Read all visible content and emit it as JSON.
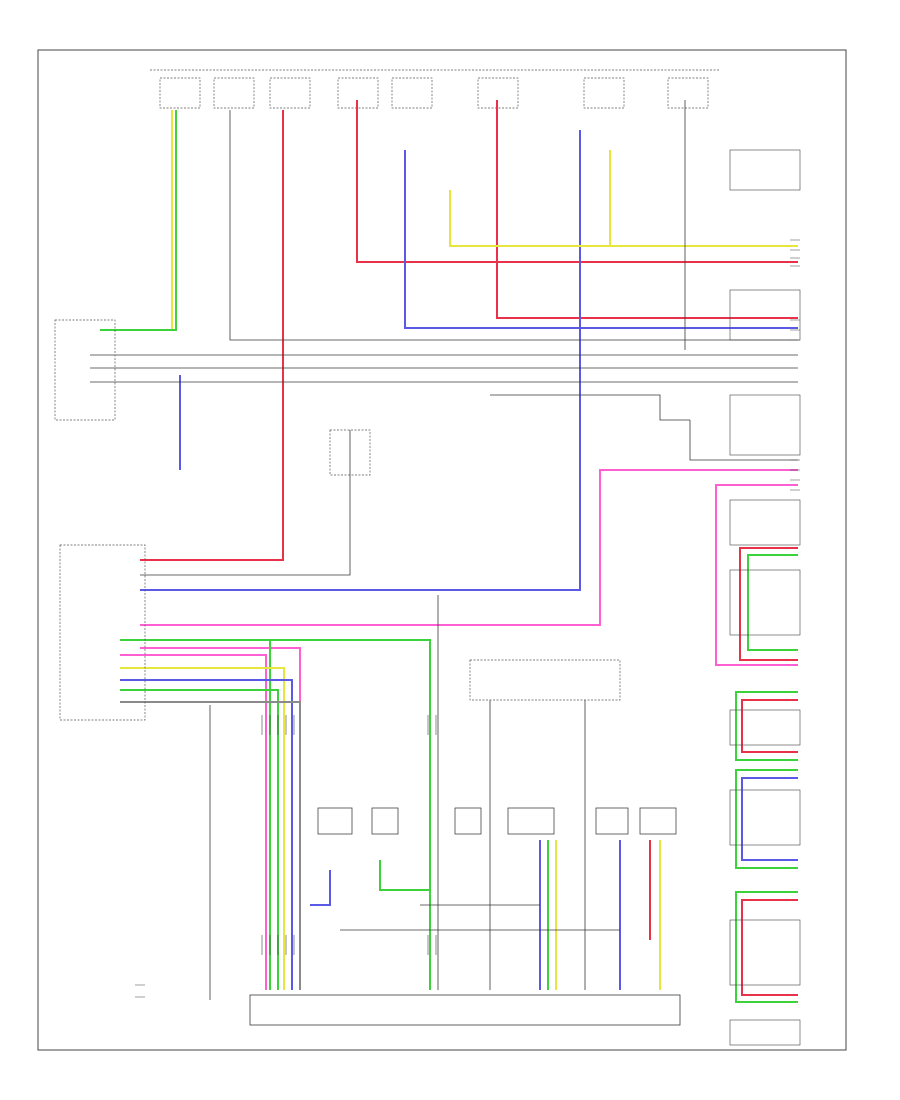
{
  "diagram": {
    "page_ref": "",
    "modules_top": [
      {
        "id": "t1",
        "label": ""
      },
      {
        "id": "t2",
        "label": ""
      },
      {
        "id": "t3",
        "label": ""
      },
      {
        "id": "t4",
        "label": ""
      },
      {
        "id": "t5",
        "label": ""
      },
      {
        "id": "t6",
        "label": ""
      },
      {
        "id": "t7",
        "label": ""
      },
      {
        "id": "t8",
        "label": ""
      }
    ],
    "legend": [
      "",
      ""
    ]
  },
  "colors": {
    "red": "#e8324a",
    "pink": "#ff5fd2",
    "blue": "#5a5ae6",
    "yellow": "#e6e63c",
    "green": "#3cd23c",
    "grey": "#8a8a8a",
    "black": "#3a3a3a"
  }
}
